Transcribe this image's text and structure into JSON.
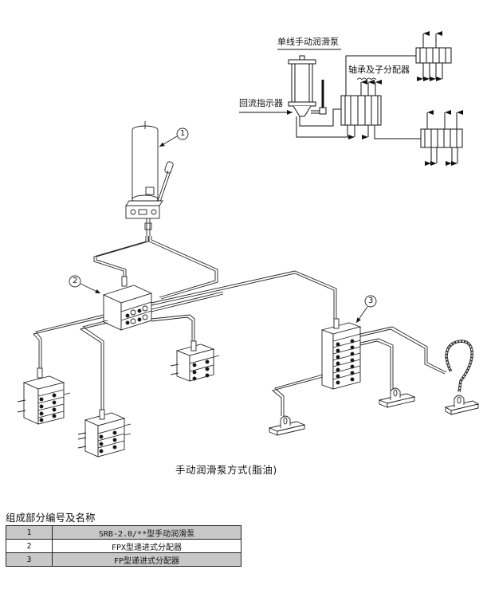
{
  "schematic": {
    "pump_title": "单线手动润滑泵",
    "return_indicator_label": "回流指示器",
    "bearing_label": "轴承及子分配器"
  },
  "callouts": [
    "1",
    "2",
    "3"
  ],
  "caption": "手动润滑泵方式(脂油)",
  "parts_table": {
    "title": "组成部分编号及名称",
    "rows": [
      {
        "no": "1",
        "name": "SRB-2.0/**型手动润滑泵",
        "shaded": true
      },
      {
        "no": "2",
        "name": "FPX型递进式分配器",
        "shaded": false
      },
      {
        "no": "3",
        "name": "FP型递进式分配器",
        "shaded": true
      }
    ]
  },
  "colors": {
    "line": "#1a1a1a",
    "table_shade": "#c8c8c8"
  }
}
